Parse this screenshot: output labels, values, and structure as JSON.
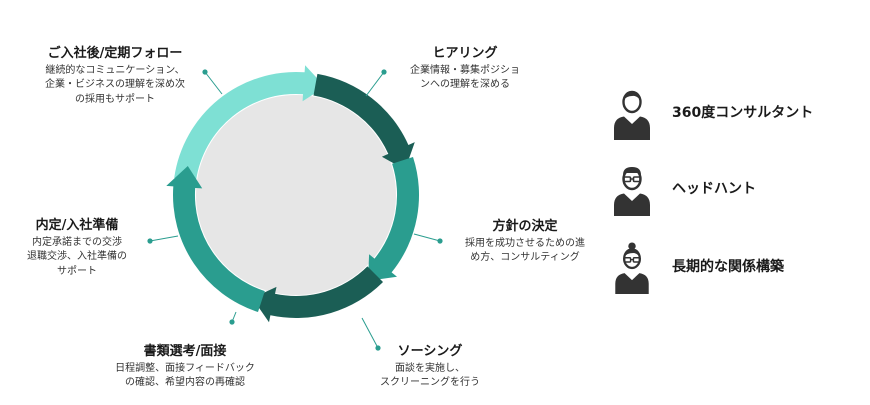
{
  "cycle": {
    "colors": {
      "light": "#7ee0d4",
      "dark": "#1b5e55",
      "mid": "#2a9d8f",
      "inner": "#e6e6e6"
    },
    "steps": [
      {
        "title": "ご入社後/定期フォロー",
        "lines": [
          "継続的なコミュニケーション、",
          "企業・ビジネスの理解を深め次",
          "の採用もサポート"
        ]
      },
      {
        "title": "ヒアリング",
        "lines": [
          "企業情報・募集ポジショ",
          "ンへの理解を深める"
        ]
      },
      {
        "title": "方針の決定",
        "lines": [
          "採用を成功させるための進",
          "め方、コンサルティング"
        ]
      },
      {
        "title": "ソーシング",
        "lines": [
          "面談を実施し、",
          "スクリーニングを行う"
        ]
      },
      {
        "title": "書類選考/面接",
        "lines": [
          "日程調整、面接フィードバック",
          "の確認、希望内容の再確認"
        ]
      },
      {
        "title": "内定/入社準備",
        "lines": [
          "内定承諾までの交渉",
          "退職交渉、入社準備の",
          "サポート"
        ]
      }
    ]
  },
  "personas": [
    {
      "label": "360度コンサルタント",
      "icon": "consultant-person-icon"
    },
    {
      "label": "ヘッドハント",
      "icon": "headhunter-glasses-person-icon"
    },
    {
      "label": "長期的な関係構築",
      "icon": "long-term-relationship-person-icon"
    }
  ]
}
